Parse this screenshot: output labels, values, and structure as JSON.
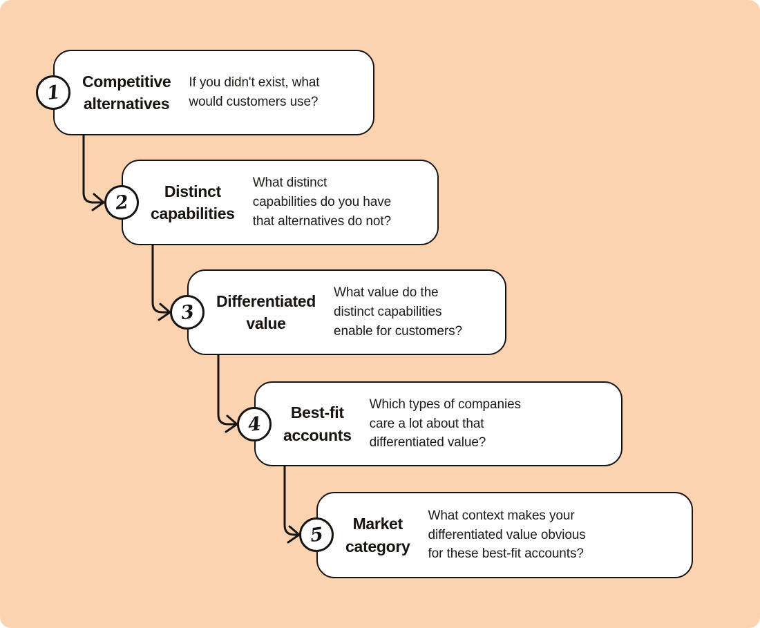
{
  "colors": {
    "background": "#fbd3b1",
    "card_background": "#ffffff",
    "ink": "#171310"
  },
  "steps": [
    {
      "number": "1",
      "title": "Competitive\nalternatives",
      "description": "If you didn't exist, what\nwould customers use?"
    },
    {
      "number": "2",
      "title": "Distinct\ncapabilities",
      "description": "What distinct\ncapabilities do you have\nthat alternatives do not?"
    },
    {
      "number": "3",
      "title": "Differentiated\nvalue",
      "description": "What value do the\ndistinct capabilities\nenable for customers?"
    },
    {
      "number": "4",
      "title": "Best-fit\naccounts",
      "description": "Which types of companies\ncare a lot about that\ndifferentiated value?"
    },
    {
      "number": "5",
      "title": "Market\ncategory",
      "description": "What context makes your\ndifferentiated value obvious\nfor these best-fit accounts?"
    }
  ]
}
